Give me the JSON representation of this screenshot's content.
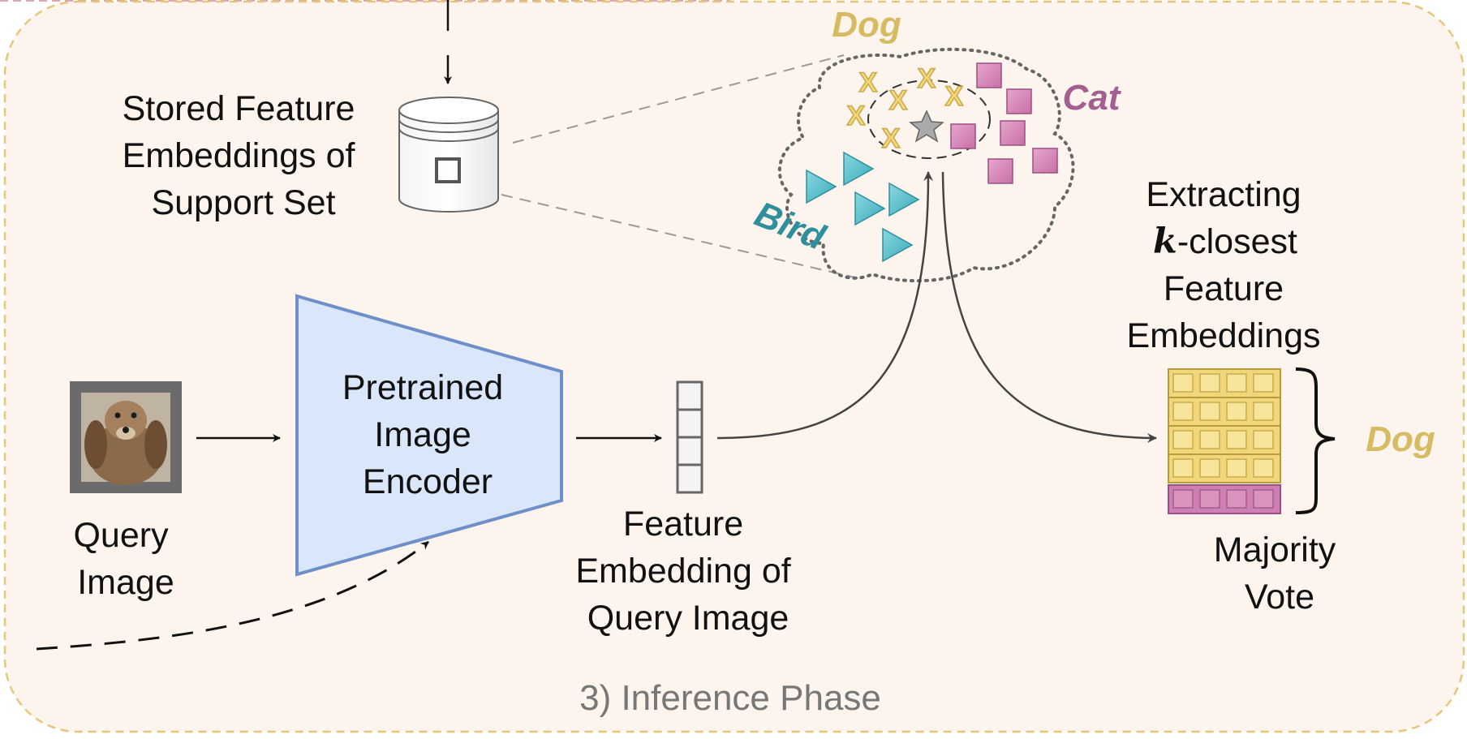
{
  "diagram": {
    "phase_title": "3) Inference Phase",
    "stored_label": [
      "Stored Feature",
      "Embeddings of",
      "Support Set"
    ],
    "encoder_label": [
      "Pretrained",
      "Image",
      "Encoder"
    ],
    "query_label": [
      "Query",
      "Image"
    ],
    "feature_label": [
      "Feature",
      "Embedding of",
      "Query Image"
    ],
    "extract_label": {
      "line1": "Extracting",
      "k": "k",
      "line2_rest": "-closest",
      "line3": "Feature",
      "line4": "Embeddings"
    },
    "vote_label": [
      "Majority",
      "Vote"
    ],
    "result": "Dog",
    "classes": {
      "dog": "Dog",
      "cat": "Cat",
      "bird": "Bird"
    }
  },
  "colors": {
    "panel_fill": "#fdf4ee",
    "panel_border": "#e6c77a",
    "encoder_fill": "#dae6f9",
    "encoder_stroke": "#6f8fc9",
    "dog": "#d7bb63",
    "cat": "#a45f91",
    "bird": "#2f8f9c",
    "dog_cell": "#f1d77a",
    "cat_cell": "#cf7fb1",
    "phase_title": "#777777"
  },
  "icons": [
    "database-icon",
    "dog-photo",
    "star-icon",
    "bracket-icon"
  ]
}
